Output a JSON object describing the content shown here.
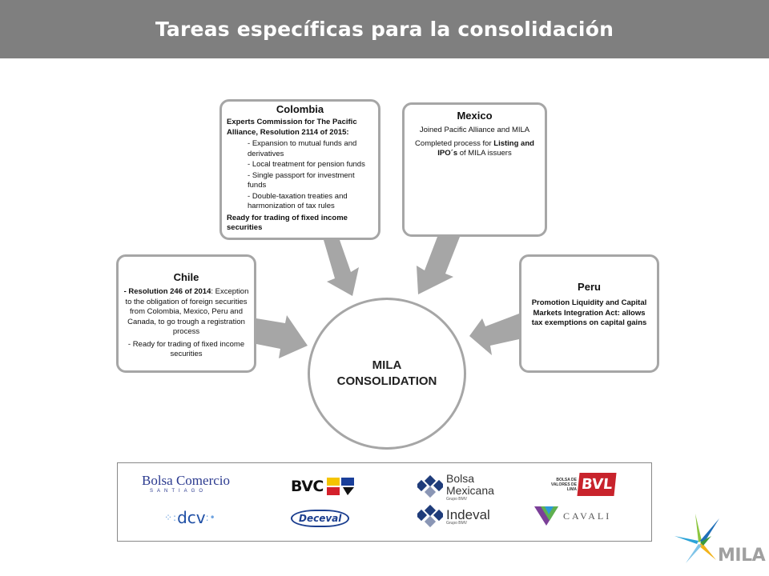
{
  "header": {
    "title": "Tareas específicas para la consolidación"
  },
  "colombia": {
    "title": "Colombia",
    "intro": "Experts Commission for The Pacific Alliance, Resolution 2114 of 2015:",
    "items": [
      "Expansion to mutual funds and derivatives",
      "Local treatment for pension funds",
      "Single passport for investment funds",
      "Double-taxation treaties and harmonization of tax rules"
    ],
    "ready": "Ready for trading of fixed income securities"
  },
  "mexico": {
    "title": "Mexico",
    "line1": "Joined Pacific Alliance and MILA",
    "line2_pre": "Completed process for ",
    "line2_bold": "Listing and IPO´s",
    "line2_post": " of MILA issuers"
  },
  "chile": {
    "title": "Chile",
    "item1_bold": "- Resolution 246 of 2014",
    "item1_rest": ": Exception to the obligation of foreign securities from Colombia, Mexico, Peru and Canada, to go trough a registration process",
    "item2": "- Ready for trading of fixed income securities"
  },
  "peru": {
    "title": "Peru",
    "text_bold": "Promotion Liquidity and Capital Markets Integration Act",
    "text_rest": ": allows tax exemptions on capital gains"
  },
  "center": {
    "line1": "MILA",
    "line2": "CONSOLIDATION"
  },
  "logos": {
    "bolsa_comercio": "Bolsa Comercio",
    "bolsa_comercio_sub": "SANTIAGO",
    "dcv": "dcv",
    "bvc": "BVC",
    "deceval": "Deceval",
    "bolsa_mexicana_1": "Bolsa",
    "bolsa_mexicana_2": "Mexicana",
    "bolsa_mexicana_grp": "Grupo BMV",
    "indeval": "Indeval",
    "indeval_grp": "Grupo BMV",
    "bvl_small": "BOLSA DE VALORES DE LIMA",
    "bvl": "BVL",
    "cavali": "CAVALI"
  },
  "corner_logo": {
    "text": "MILA"
  },
  "colors": {
    "header": "#7f7f7f",
    "box_border": "#a6a6a6",
    "arrow": "#a6a6a6",
    "bvl_red": "#c8232c"
  }
}
